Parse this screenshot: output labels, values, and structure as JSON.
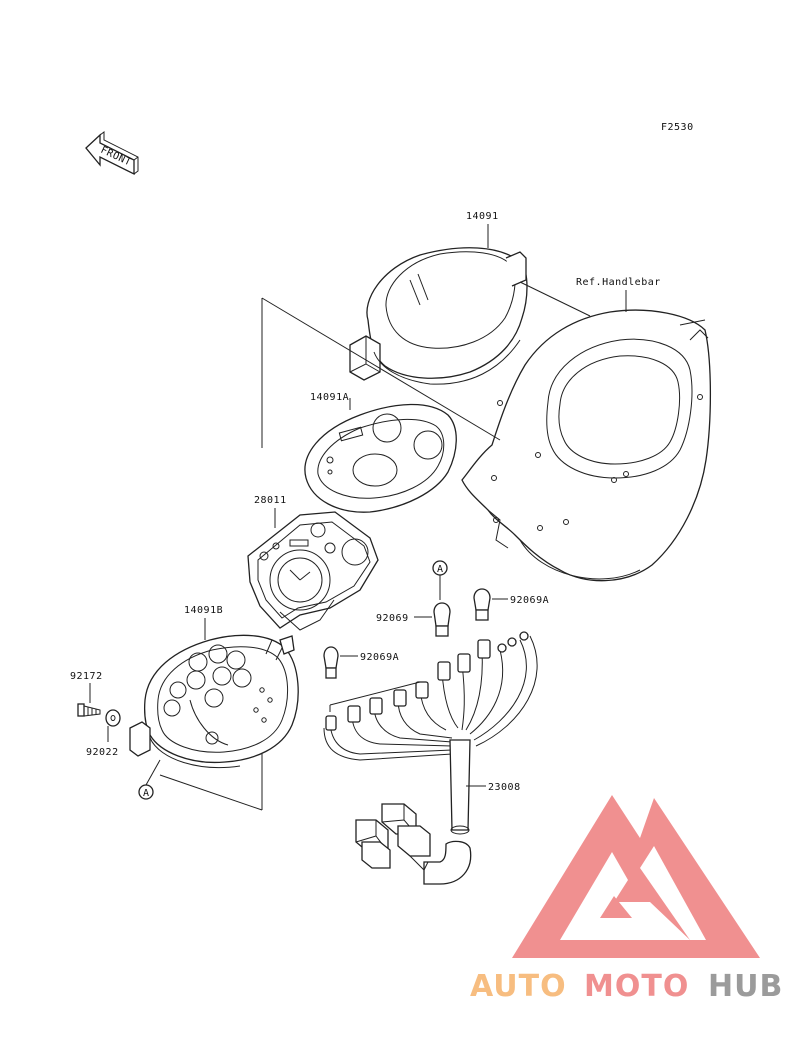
{
  "figure_code": "F2530",
  "front_arrow": "FRONT",
  "ref_label": "Ref.Handlebar",
  "parts": {
    "p14091": "14091",
    "p14091A": "14091A",
    "p28011": "28011",
    "p14091B": "14091B",
    "p92172": "92172",
    "p92022": "92022",
    "p92069": "92069",
    "p92069A_top": "92069A",
    "p92069A_left": "92069A",
    "p23008": "23008"
  },
  "callout_A_top": "A",
  "callout_A_bottom": "A",
  "watermark": {
    "part1": "AUTO",
    "part2": "MOTO",
    "part3": "HUB",
    "color_orange": "#f6b26b",
    "color_red": "#ee7d7d",
    "color_gray": "#8a8a8a"
  }
}
